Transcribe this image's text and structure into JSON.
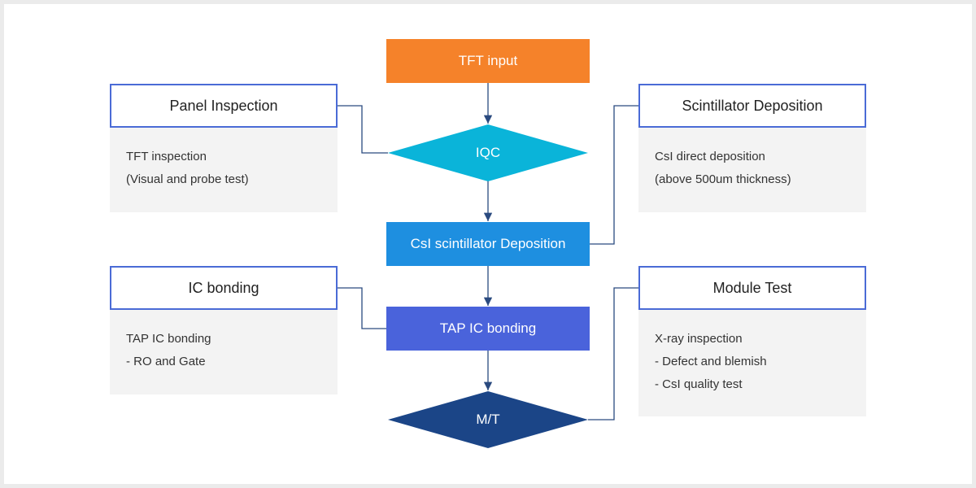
{
  "flow": {
    "tft_input": "TFT input",
    "iqc": "IQC",
    "csi_deposition": "CsI scintillator Deposition",
    "tap_ic_bonding": "TAP IC bonding",
    "mt": "M/T"
  },
  "panels": {
    "panel_inspection": {
      "title": "Panel Inspection",
      "lines": [
        "TFT inspection",
        "(Visual and probe test)"
      ]
    },
    "scintillator_deposition": {
      "title": "Scintillator Deposition",
      "lines": [
        "CsI direct deposition",
        "(above 500um thickness)"
      ]
    },
    "ic_bonding": {
      "title": "IC bonding",
      "lines": [
        "TAP IC bonding",
        "- RO and Gate"
      ]
    },
    "module_test": {
      "title": "Module Test",
      "lines": [
        "X-ray inspection",
        "- Defect and blemish",
        "- CsI quality test"
      ]
    }
  },
  "colors": {
    "tft_input": "#f5822a",
    "iqc": "#0ab4d9",
    "csi_deposition": "#1e8fe0",
    "tap_ic_bonding": "#4a63db",
    "mt": "#1b4587",
    "connector": "#2a4a7f",
    "panel_border": "#4a6bd6",
    "panel_body": "#f3f3f3"
  }
}
